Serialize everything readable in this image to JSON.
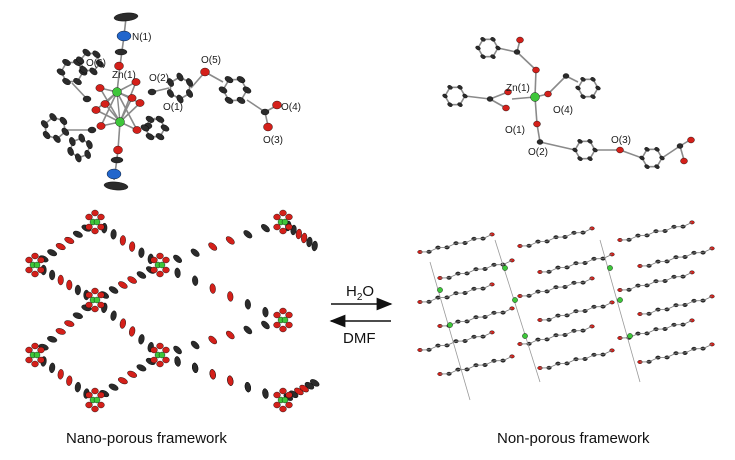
{
  "top_left_labels": {
    "n1": "N(1)",
    "o6": "O(6)",
    "zn1": "Zn(1)",
    "o2": "O(2)",
    "o5": "O(5)",
    "o1": "O(1)",
    "o4": "O(4)",
    "o3": "O(3)"
  },
  "top_right_labels": {
    "zn1": "Zn(1)",
    "o4": "O(4)",
    "o1": "O(1)",
    "o2": "O(2)",
    "o3": "O(3)"
  },
  "arrow": {
    "forward_label": "H",
    "forward_subscript": "2",
    "forward_suffix": "O",
    "reverse_label": "DMF"
  },
  "captions": {
    "left": "Nano-porous framework",
    "right": "Non-porous framework"
  },
  "colors": {
    "carbon": "#2b2b2b",
    "oxygen": "#d4201a",
    "zinc": "#3ec63a",
    "nitrogen": "#2266cc",
    "bond": "#8a8a8a"
  }
}
